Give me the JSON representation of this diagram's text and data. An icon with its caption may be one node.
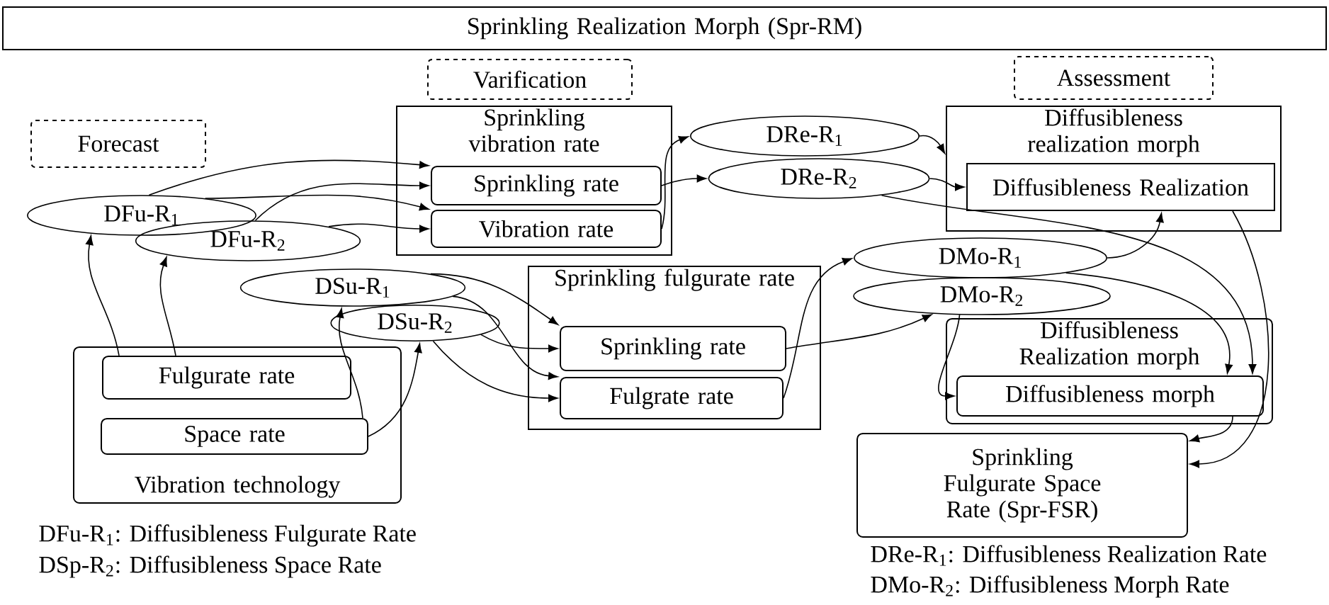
{
  "diagram": {
    "nodes": [
      {
        "text": [
          "Sprinkling Realization Morph (Spr-RM)"
        ]
      },
      {
        "text": [
          "Forecast"
        ]
      },
      {
        "text": [
          "Varification"
        ]
      },
      {
        "text": [
          "Assessment"
        ]
      },
      {
        "text": [
          "Sprinkling vibration rate"
        ]
      },
      {
        "text": [
          "Sprinkling rate"
        ],
        "in": 4
      },
      {
        "text": [
          "Vibration rate"
        ],
        "in": 4
      },
      {
        "text": [
          "DFu-R$_{1}$"
        ]
      },
      {
        "text": [
          "DFu-R$_{2}$"
        ]
      },
      {
        "text": [
          "DSu-R$_{1}$"
        ]
      },
      {
        "text": [
          "DSu-R$_{2}$"
        ]
      },
      {
        "text": [
          "Sprinkling fulgurate rate"
        ]
      },
      {
        "text": [
          "Sprinkling rate"
        ],
        "in": 11
      },
      {
        "text": [
          "Fulgrate rate"
        ],
        "in": 11
      },
      {
        "text": [
          "Vibration technology"
        ]
      },
      {
        "text": [
          "Fulgurate rate"
        ],
        "in": 14
      },
      {
        "text": [
          "Space rate"
        ],
        "in": 14
      },
      {
        "text": [
          "DRe-R$_{1}$"
        ]
      },
      {
        "text": [
          "DRe-R$_{2}$"
        ]
      },
      {
        "text": [
          "Diffusibleness realization morph"
        ]
      },
      {
        "text": [
          "Diffusibleness Realization"
        ],
        "in": 19
      },
      {
        "text": [
          "DMo-R$_{1}$"
        ]
      },
      {
        "text": [
          "DMo-R$_{2}$"
        ]
      },
      {
        "text": [
          "Diffusibleness Realization morph"
        ]
      },
      {
        "text": [
          "Diffusibleness morph"
        ],
        "in": 23
      },
      {
        "text": [
          "Sprinkling Fulgurate Space Rate (Spr-FSR)"
        ]
      }
    ],
    "edges": [
      {
        "from": 15,
        "to": 7,
        "arrow": "to"
      },
      {
        "from": 15,
        "to": 8,
        "arrow": "to"
      },
      {
        "from": 7,
        "to": 5,
        "arrow": "to"
      },
      {
        "from": 7,
        "to": 6,
        "arrow": "to"
      },
      {
        "from": 8,
        "to": 5,
        "arrow": "to"
      },
      {
        "from": 8,
        "to": 6,
        "arrow": "to"
      },
      {
        "from": 16,
        "to": 9,
        "arrow": "to"
      },
      {
        "from": 16,
        "to": 10,
        "arrow": "to"
      },
      {
        "from": 9,
        "to": 12,
        "arrow": "to"
      },
      {
        "from": 9,
        "to": 13,
        "arrow": "to"
      },
      {
        "from": 10,
        "to": 12,
        "arrow": "to"
      },
      {
        "from": 10,
        "to": 13,
        "arrow": "to"
      },
      {
        "from": 6,
        "to": 17,
        "arrow": "to"
      },
      {
        "from": 5,
        "to": 18,
        "arrow": "to"
      },
      {
        "from": 17,
        "to": 19,
        "arrow": "to"
      },
      {
        "from": 18,
        "to": 20,
        "arrow": "to"
      },
      {
        "from": 18,
        "to": 24,
        "arrow": "to"
      },
      {
        "from": 12,
        "to": 22,
        "arrow": "to"
      },
      {
        "from": 13,
        "to": 21,
        "arrow": "to"
      },
      {
        "from": 21,
        "to": 20,
        "arrow": "to"
      },
      {
        "from": 21,
        "to": 24,
        "arrow": "to"
      },
      {
        "from": 22,
        "to": 24,
        "arrow": "to"
      },
      {
        "from": 24,
        "to": 25,
        "arrow": "to"
      },
      {
        "from": 20,
        "to": 25,
        "arrow": "to"
      }
    ],
    "labels": [
      "DFu-R$_{1}$: Diffusibleness Fulgurate Rate",
      "DSp-R$_{2}$: Diffusibleness Space Rate",
      "DRe-R$_{1}$: Diffusibleness Realization Rate",
      "DMo-R$_{2}$: Diffusibleness Morph Rate"
    ]
  }
}
